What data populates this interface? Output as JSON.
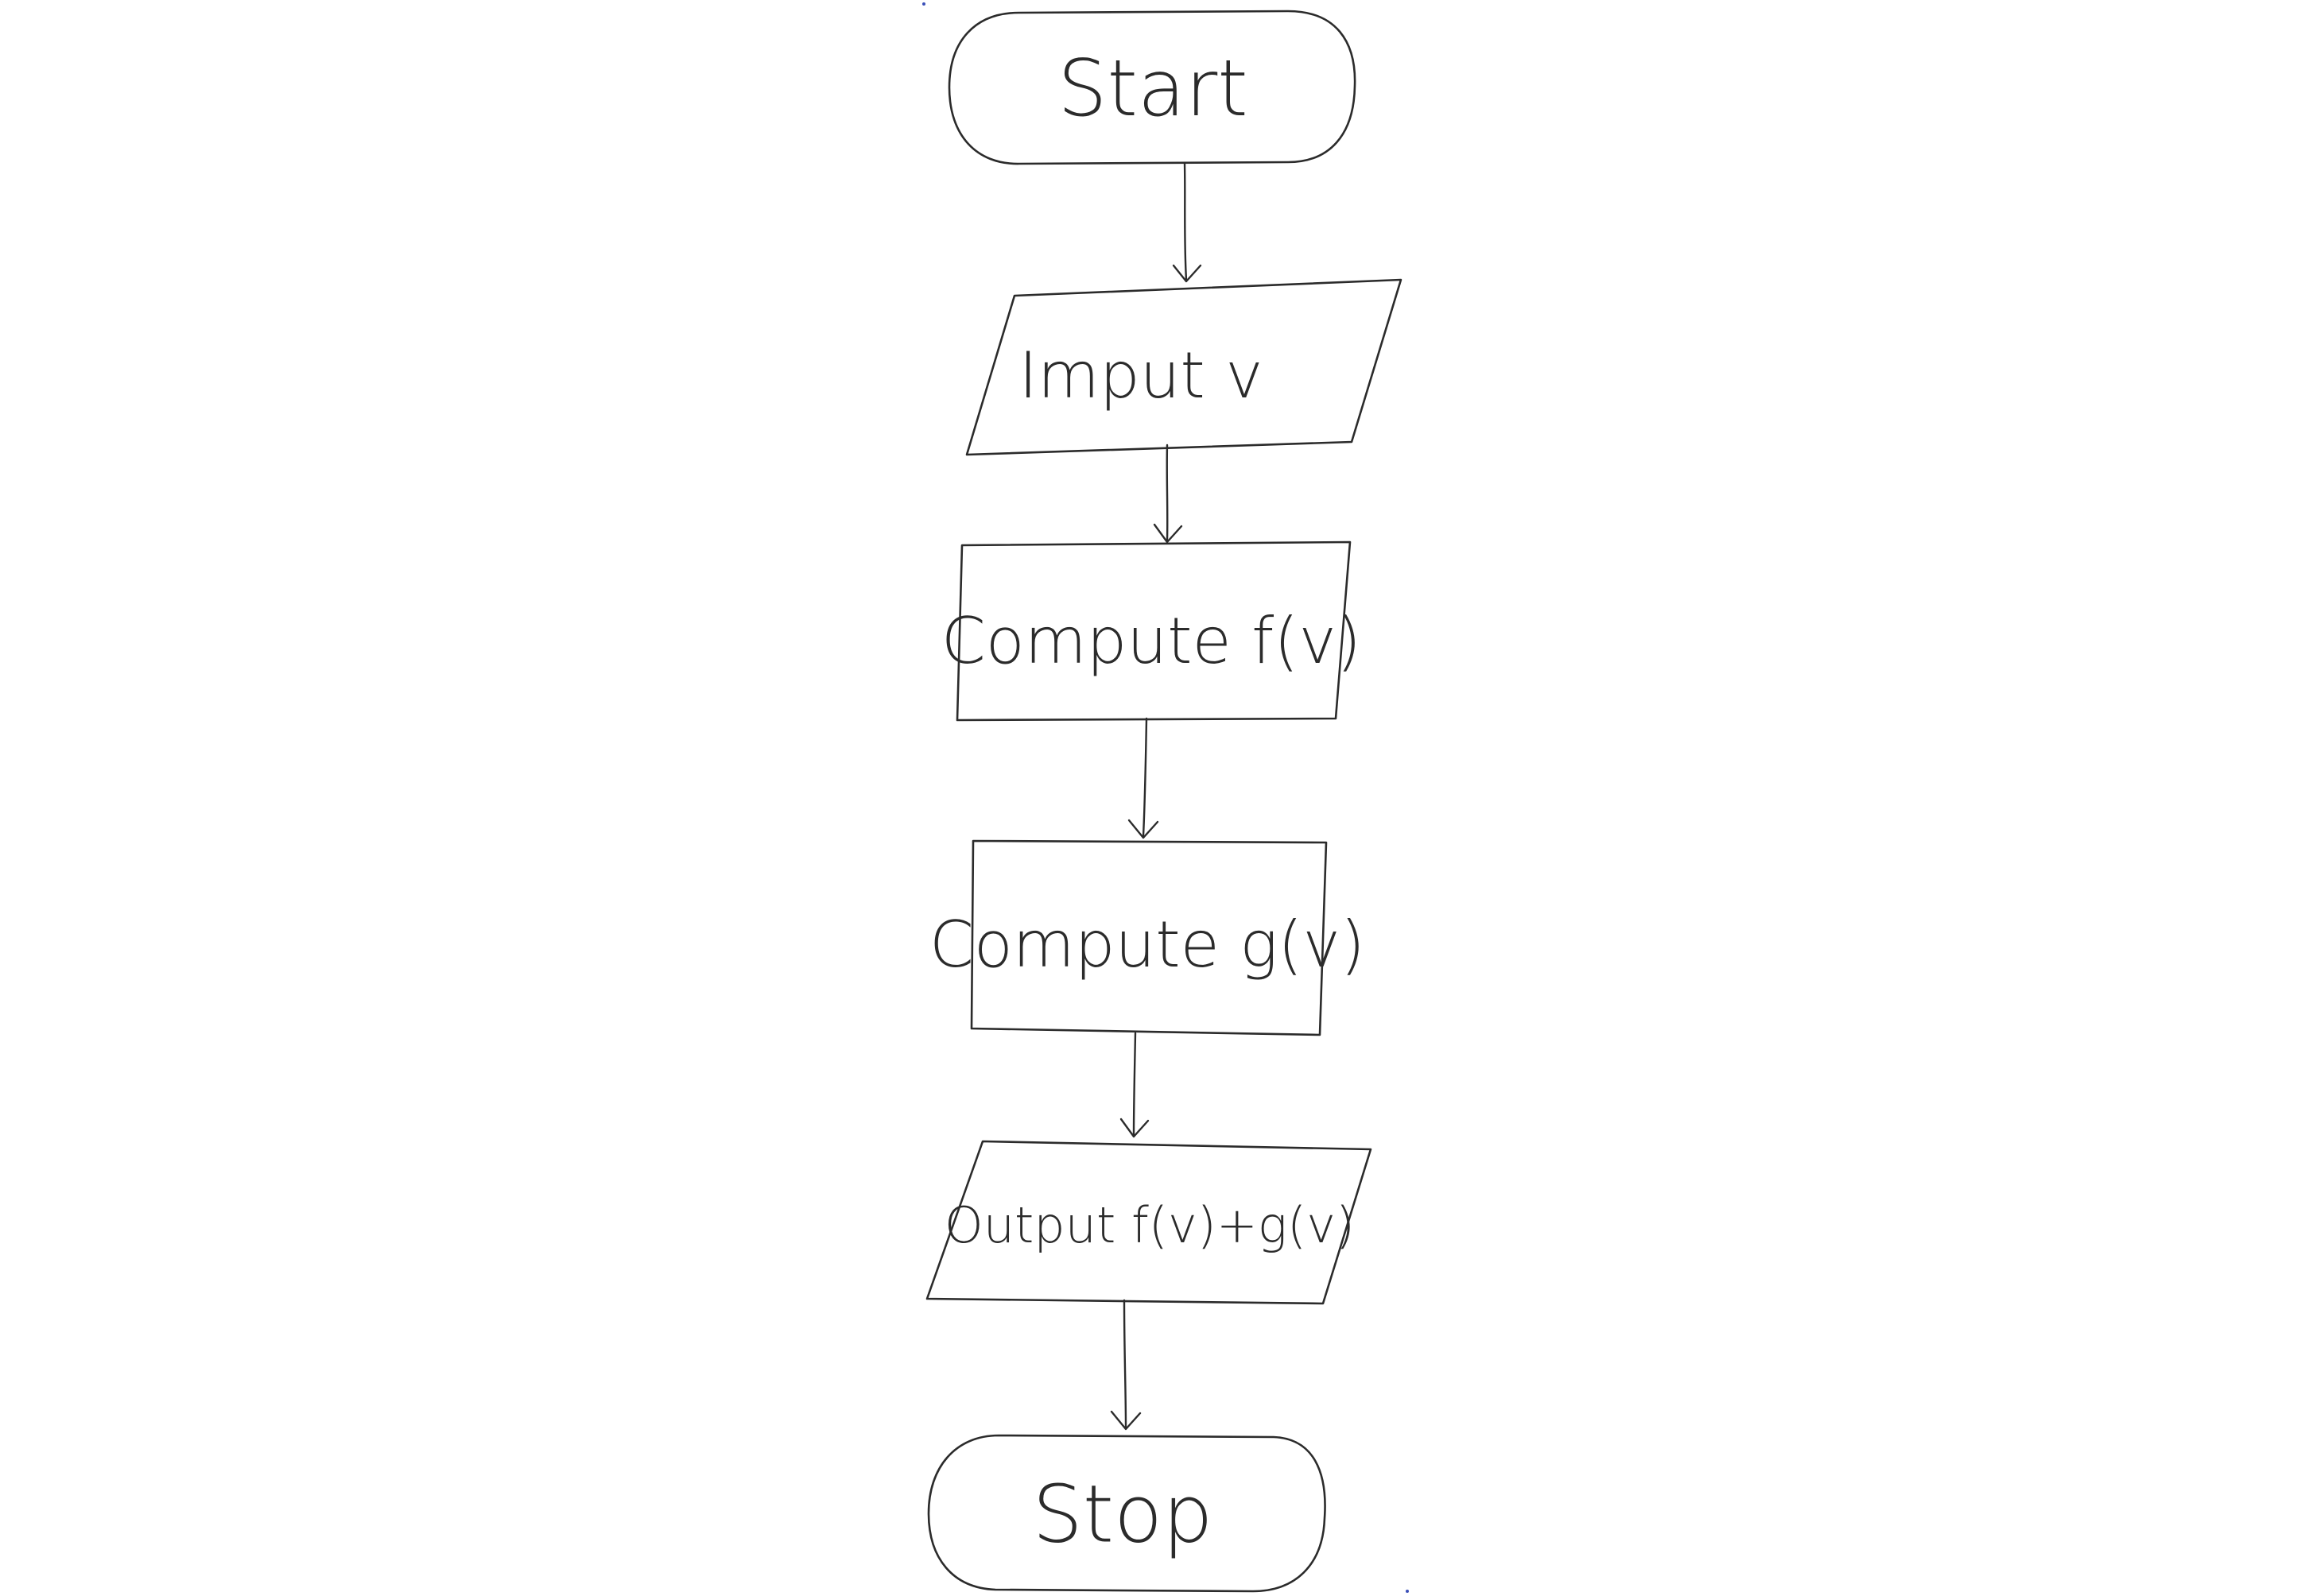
{
  "flowchart": {
    "nodes": [
      {
        "id": "start",
        "kind": "terminator",
        "label": "Start"
      },
      {
        "id": "input-v",
        "kind": "input-output",
        "label": "Imput v"
      },
      {
        "id": "compute-f",
        "kind": "process",
        "label": "Compute f(v)"
      },
      {
        "id": "compute-g",
        "kind": "process",
        "label": "Compute g(v)"
      },
      {
        "id": "output",
        "kind": "input-output",
        "label": "Output f(v)+g(v)"
      },
      {
        "id": "stop",
        "kind": "terminator",
        "label": "Stop"
      }
    ],
    "edges": [
      {
        "from": "start",
        "to": "input-v"
      },
      {
        "from": "input-v",
        "to": "compute-f"
      },
      {
        "from": "compute-f",
        "to": "compute-g"
      },
      {
        "from": "compute-g",
        "to": "output"
      },
      {
        "from": "output",
        "to": "stop"
      }
    ]
  }
}
